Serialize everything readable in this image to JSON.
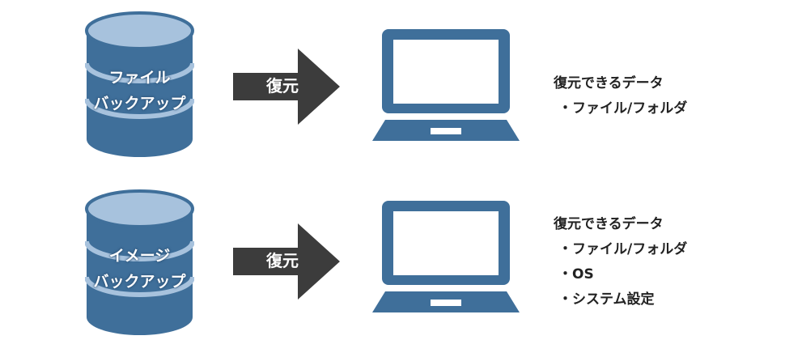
{
  "rows": [
    {
      "backup_label": [
        "ファイル",
        "バックアップ"
      ],
      "arrow_label": "復元",
      "data_title": "復元できるデータ",
      "items": [
        "・ファイル/フォルダ"
      ]
    },
    {
      "backup_label": [
        "イメージ",
        "バックアップ"
      ],
      "arrow_label": "復元",
      "data_title": "復元できるデータ",
      "items": [
        "・ファイル/フォルダ",
        "・OS",
        "・システム設定"
      ]
    }
  ],
  "colors": {
    "database": "#3f6f9a",
    "database_band": "#a7c2dd",
    "arrow": "#3c3c3c",
    "laptop": "#3f6f9a"
  },
  "icons": [
    "database-icon",
    "arrow-right-icon",
    "laptop-icon"
  ]
}
